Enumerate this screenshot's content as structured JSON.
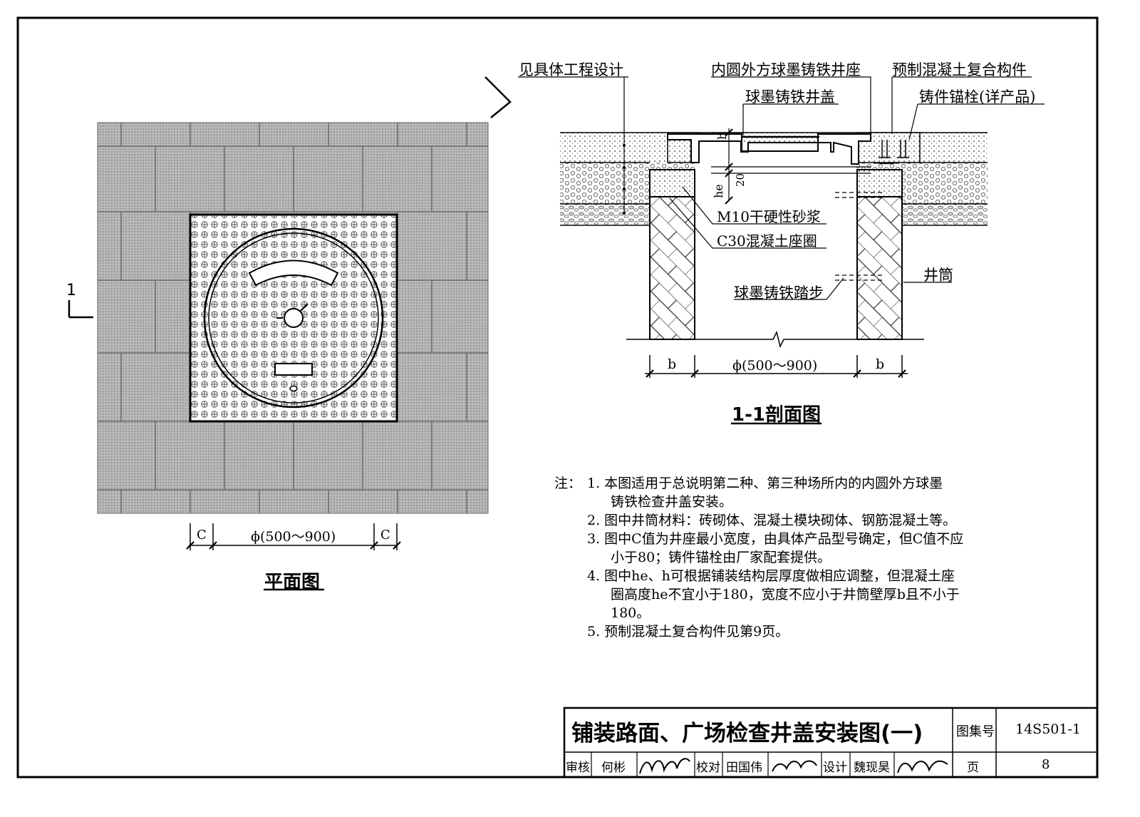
{
  "plan": {
    "title": "平面图",
    "section_mark": "1",
    "dim_c": "C",
    "dim_d": "ϕ(500～900)"
  },
  "section": {
    "title": "1-1剖面图",
    "section_mark": "1",
    "labels": {
      "design": "见具体工程设计",
      "seat": "内圆外方球墨铸铁井座",
      "precast": "预制混凝土复合构件",
      "cover": "球墨铸铁井盖",
      "anchor": "铸件锚栓(详产品)",
      "mortar": "M10干硬性砂浆",
      "ring": "C30混凝土座圈",
      "shaft": "井筒",
      "step": "球墨铸铁踏步",
      "h": "h",
      "he": "he",
      "twenty": "20"
    },
    "dim_b": "b",
    "dim_d": "ϕ(500～900)"
  },
  "notes": {
    "prefix": "注：",
    "lines": [
      "1. 本图适用于总说明第二种、第三种场所内的内圆外方球墨",
      "铸铁检查井盖安装。",
      "2. 图中井筒材料：砖砌体、混凝土模块砌体、钢筋混凝土等。",
      "3. 图中C值为井座最小宽度，由具体产品型号确定，但C值不应",
      "小于80；铸件锚栓由厂家配套提供。",
      "4. 图中he、h可根据铺装结构层厚度做相应调整，但混凝土座",
      "圈高度he不宜小于180，宽度不应小于井筒壁厚b且不小于",
      "180。",
      "5. 预制混凝土复合构件见第9页。"
    ]
  },
  "title_block": {
    "title": "铺装路面、广场检查井盖安装图(一)",
    "atlas_label": "图集号",
    "atlas_no": "14S501-1",
    "review_label": "审核",
    "reviewer": "何彬",
    "check_label": "校对",
    "checker": "田国伟",
    "design_label": "设计",
    "designer": "魏现昊",
    "page_label": "页",
    "page_no": "8"
  }
}
